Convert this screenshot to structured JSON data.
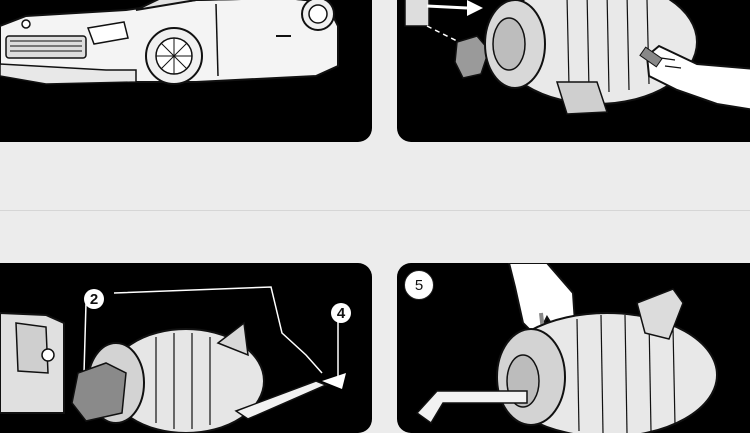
{
  "panels": {
    "car": {
      "caption": ""
    },
    "removal": {
      "caption": ""
    },
    "install": {
      "callouts": [
        "2",
        "4"
      ]
    },
    "final": {
      "step_number": "5"
    }
  },
  "colors": {
    "background": "#ececec",
    "panel": "#000000",
    "line_art": "#ffffff",
    "shading": "#cfcfcf"
  },
  "icons": [
    "car-illustration",
    "alternator-illustration",
    "hand-illustration",
    "wrench-illustration",
    "arrow-icon"
  ]
}
